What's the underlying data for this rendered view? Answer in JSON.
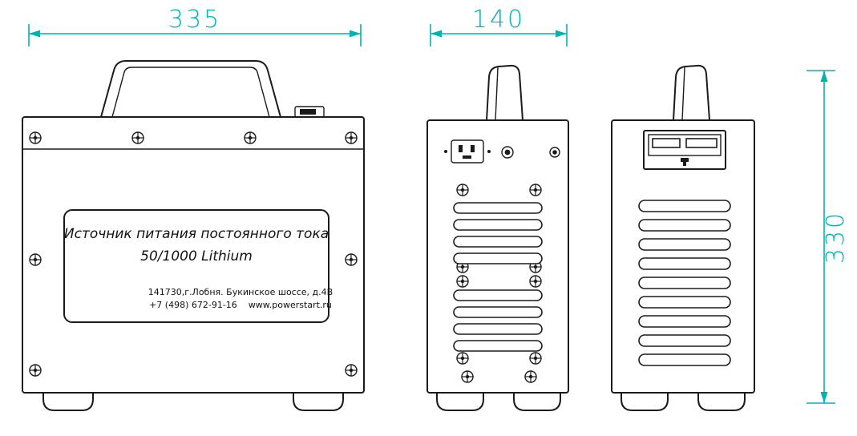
{
  "colors": {
    "dimension": "#00b3b3",
    "line": "#1b1b1b"
  },
  "dimensions": {
    "side_width": "335",
    "front_width": "140",
    "height": "330"
  },
  "nameplate": {
    "title_line1": "Источник питания постоянного тока",
    "title_line2": "50/1000 Lithium",
    "address": "141730,г.Лобня. Букинское шоссе, д.4В",
    "phone": "+7 (498) 672-91-16",
    "website": "www.powerstart.ru"
  }
}
